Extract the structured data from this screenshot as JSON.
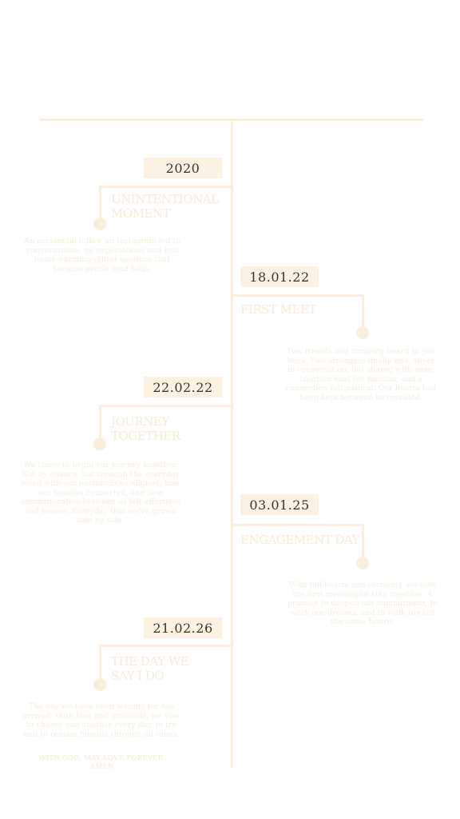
{
  "events": [
    {
      "date": "2020",
      "title": "UNINTENTIONAL MOMENT",
      "text": "An accidental follow on Instagram led to conversations, no expectations and just heart-warming glitter sessions that became gentle fond talks."
    },
    {
      "date": "18.01.22",
      "title": "FIRST MEET",
      "text": "Two friends and curiosity heard to you back. Two strangers finally met, shyer in conversation, but shared with ease, laughter that felt familiar, and a connection felt natural. Our hearts had been kept between us revealed."
    },
    {
      "date": "22.02.22",
      "title": "JOURNEY TOGETHER",
      "text": "We chose to begin our journey together. Not by chance, but through the everyday loved with our personalities aligned, how our families connected, and how communication between us felt effortless and honest. Everyday that we've grown side by side."
    },
    {
      "date": "03.01.25",
      "title": "ENGAGEMENT DAY",
      "text": "With full hearts and certainty, we took the first meaningful step together. A promise to deepen our commitment, to work our dreams, and to walk toward the same future."
    },
    {
      "date": "21.02.26",
      "title": "THE DAY WE SAY I DO",
      "text": "The day we have been waiting for has arrived. With love and gratitude, we vow to choose one another every day, to try and to remain humble through all times.",
      "note": "WITH GOD, MAY LOVE FOREVER. AMEN"
    }
  ]
}
